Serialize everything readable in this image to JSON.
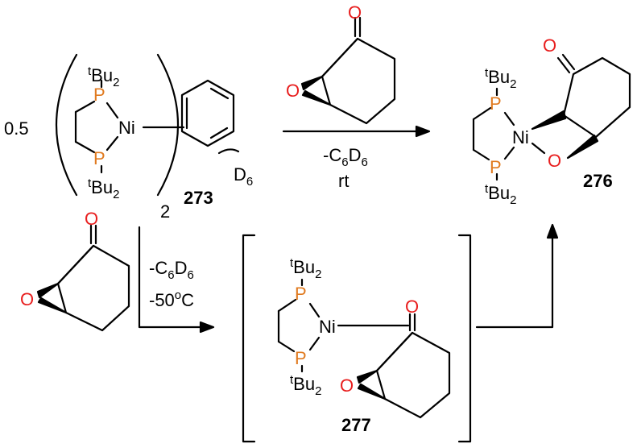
{
  "colors": {
    "phosphorus": "#E07A1F",
    "oxygen": "#E81E1E",
    "bond": "#000000"
  },
  "stoich": "0.5",
  "multiplier": "2",
  "labels": {
    "P": "P",
    "Ni": "Ni",
    "O": "O",
    "tBu_sup": "t",
    "tBu_main": "Bu",
    "tBu_sub": "2",
    "D6": "D",
    "D6_sub": "6"
  },
  "compounds": {
    "c273": "273",
    "c276": "276",
    "c277": "277"
  },
  "conditions": {
    "top": {
      "reagent_prefix": "-C",
      "sub1": "6",
      "mid": "D",
      "sub2": "6",
      "temp": "rt"
    },
    "bottom": {
      "reagent_prefix": "-C",
      "sub1": "6",
      "mid": "D",
      "sub2": "6",
      "temp_prefix": "-50",
      "temp_deg": "o",
      "temp_unit": "C"
    }
  }
}
